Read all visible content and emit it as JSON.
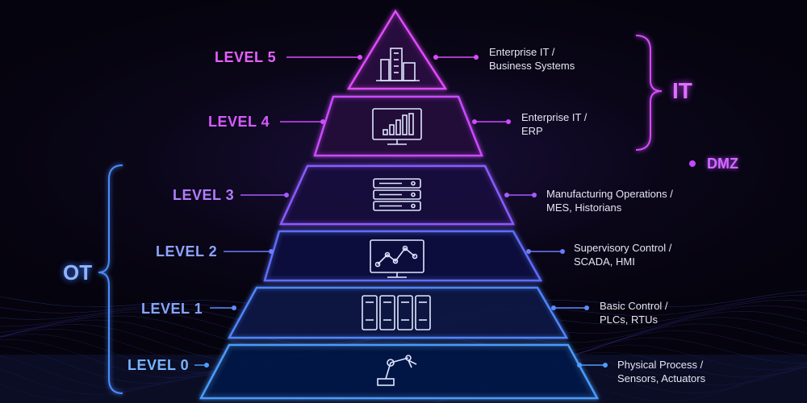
{
  "levels": [
    {
      "label": "LEVEL 5",
      "desc_line1": "Enterprise IT /",
      "desc_line2": "Business Systems",
      "icon": "buildings-icon",
      "color": "#e04bff"
    },
    {
      "label": "LEVEL 4",
      "desc_line1": "Enterprise IT /",
      "desc_line2": "ERP",
      "icon": "monitor-bar-chart-icon",
      "color": "#d04bff"
    },
    {
      "label": "LEVEL 3",
      "desc_line1": "Manufacturing Operations /",
      "desc_line2": "MES, Historians",
      "icon": "server-rack-icon",
      "color": "#a65bff"
    },
    {
      "label": "LEVEL 2",
      "desc_line1": "Supervisory Control /",
      "desc_line2": "SCADA, HMI",
      "icon": "monitor-line-chart-icon",
      "color": "#6c7bff"
    },
    {
      "label": "LEVEL 1",
      "desc_line1": "Basic Control /",
      "desc_line2": "PLCs, RTUs",
      "icon": "plc-modules-icon",
      "color": "#5a8dff"
    },
    {
      "label": "LEVEL 0",
      "desc_line1": "Physical Process /",
      "desc_line2": "Sensors, Actuators",
      "icon": "robot-arm-icon",
      "color": "#4f9dff"
    }
  ],
  "zones": {
    "it": "IT",
    "ot": "OT",
    "dmz": "DMZ"
  },
  "colors": {
    "it_accent": "#d54bff",
    "ot_accent": "#4a8cff",
    "dmz_accent": "#c04bff"
  }
}
